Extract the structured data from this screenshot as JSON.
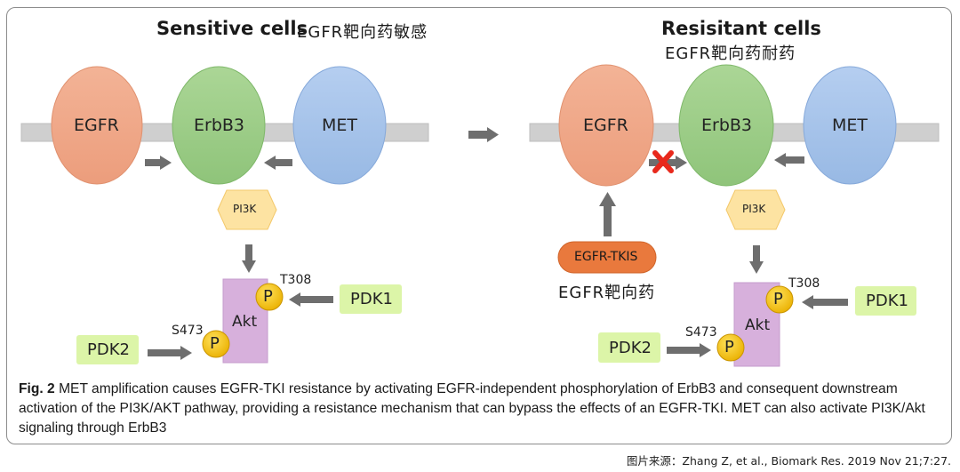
{
  "left_panel": {
    "title_en": "Sensitive cells",
    "title_cn": "EGFR靶向药敏感",
    "nodes": {
      "egfr": "EGFR",
      "erbb3": "ErbB3",
      "met": "MET",
      "pi3k": "PI3K",
      "akt": "Akt",
      "pdk1": "PDK1",
      "pdk2": "PDK2",
      "t308": "T308",
      "s473": "S473",
      "p1": "P",
      "p2": "P"
    }
  },
  "right_panel": {
    "title_en": "Resisitant cells",
    "title_cn": "EGFR靶向药耐药",
    "nodes": {
      "egfr": "EGFR",
      "erbb3": "ErbB3",
      "met": "MET",
      "pi3k": "PI3K",
      "akt": "Akt",
      "pdk1": "PDK1",
      "pdk2": "PDK2",
      "t308": "T308",
      "s473": "S473",
      "p1": "P",
      "p2": "P",
      "drug": "EGFR-TKIS",
      "drug_cn": "EGFR靶向药"
    }
  },
  "caption": {
    "fig_label": "Fig. 2",
    "text": " MET amplification causes EGFR-TKI resistance by activating EGFR-independent phosphorylation of ErbB3 and consequent downstream activation of the PI3K/AKT pathway, providing a resistance mechanism that can bypass the effects of an EGFR-TKI. MET can also activate PI3K/Akt signaling through ErbB3"
  },
  "source": "图片来源：Zhang Z, et al., Biomark Res. 2019 Nov 21;7:27.",
  "colors": {
    "egfr": "#f2a98a",
    "erbb3": "#9fcf8a",
    "met": "#a9c6ea",
    "pi3k": "#fde3a2",
    "akt": "#d7b0dc",
    "pdk": "#dcf5a8",
    "phospho": "#f5c21a",
    "drug": "#e9793d",
    "block": "#e8291c",
    "membrane": "#cfcfcf",
    "arrow": "#6e6e6e"
  }
}
